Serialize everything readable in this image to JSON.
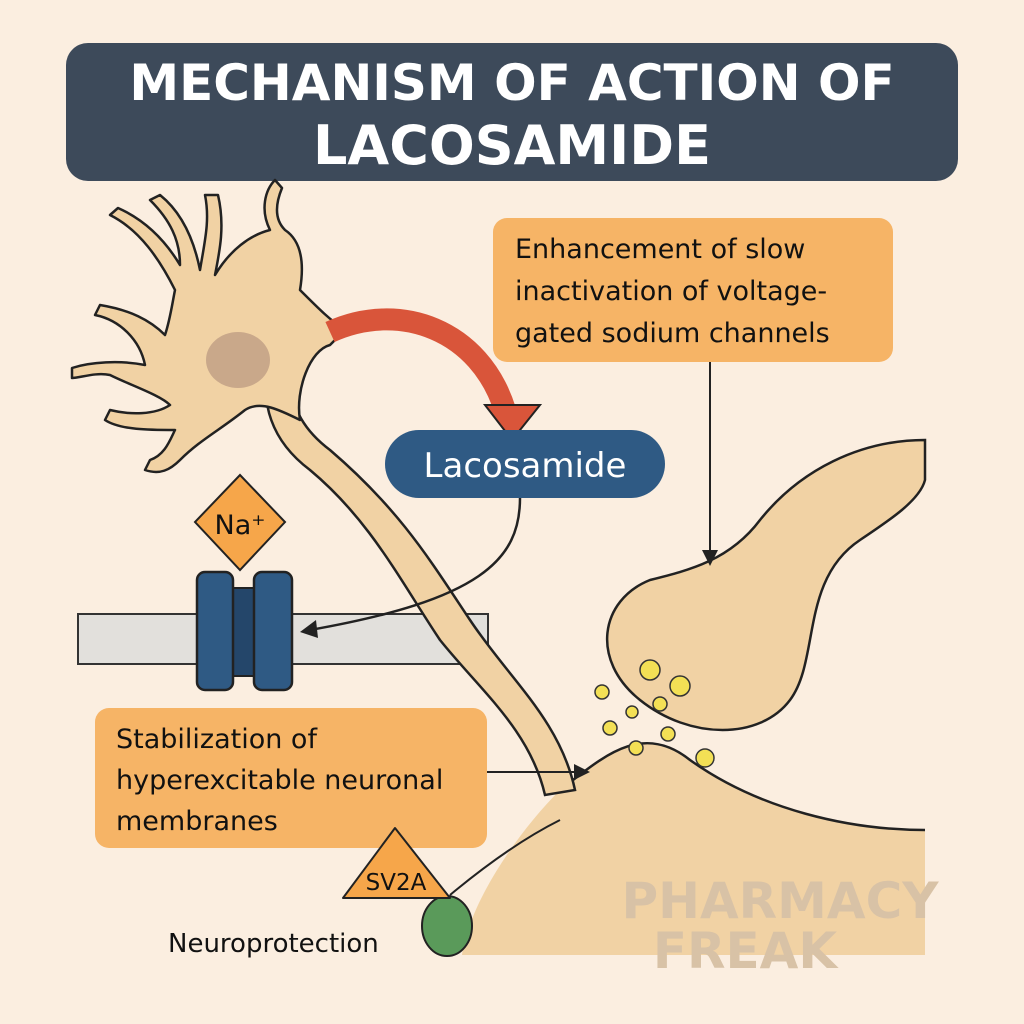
{
  "title": {
    "line1": "MECHANISM OF ACTION OF",
    "line2": "LACOSAMIDE"
  },
  "labels": {
    "slow_inactivation": [
      "Enhancement of slow",
      "inactivation of voltage-",
      "gated sodium channels"
    ],
    "drug": "Lacosamide",
    "ion": "Na⁺",
    "stabilization": [
      "Stabilization of",
      "hyperexcitable neuronal",
      "membranes"
    ],
    "sv2a": "SV2A",
    "neuroprotection": "Neuroprotection"
  },
  "watermark": {
    "line1": "PHARMACY",
    "line2": "FREAK"
  },
  "colors": {
    "background": "#fbeee0",
    "title_box": "#3d4a5a",
    "orange_box": "#f6b466",
    "drug_pill": "#2f5a84",
    "neuron": "#f1d2a4",
    "channel": "#2f5a84",
    "arrow_red": "#d9553a",
    "vesicle": "#f3e055",
    "sv2a_green": "#5a9a5a"
  }
}
